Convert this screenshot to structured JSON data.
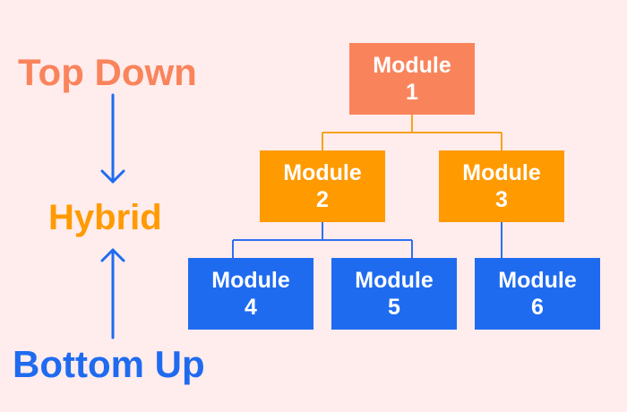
{
  "colors": {
    "background": "#FFECEC",
    "top_down": "#F9845C",
    "hybrid": "#FF9A00",
    "bottom_up": "#1F6BF0",
    "connector_upper": "#F5A21F",
    "connector_lower": "#2F6FF0"
  },
  "approach_labels": {
    "top_down": "Top Down",
    "hybrid": "Hybrid",
    "bottom_up": "Bottom Up"
  },
  "arrows": {
    "down_icon": "arrow-down-icon",
    "up_icon": "arrow-up-icon"
  },
  "modules": [
    {
      "word": "Module",
      "number": "1",
      "color": "#F9845C"
    },
    {
      "word": "Module",
      "number": "2",
      "color": "#FF9A00"
    },
    {
      "word": "Module",
      "number": "3",
      "color": "#FF9A00"
    },
    {
      "word": "Module",
      "number": "4",
      "color": "#1F6BF0"
    },
    {
      "word": "Module",
      "number": "5",
      "color": "#1F6BF0"
    },
    {
      "word": "Module",
      "number": "6",
      "color": "#1F6BF0"
    }
  ],
  "hierarchy": [
    {
      "parent": "1",
      "children": [
        "2",
        "3"
      ]
    },
    {
      "parent": "2",
      "children": [
        "4",
        "5"
      ]
    },
    {
      "parent": "3",
      "children": [
        "6"
      ]
    }
  ]
}
